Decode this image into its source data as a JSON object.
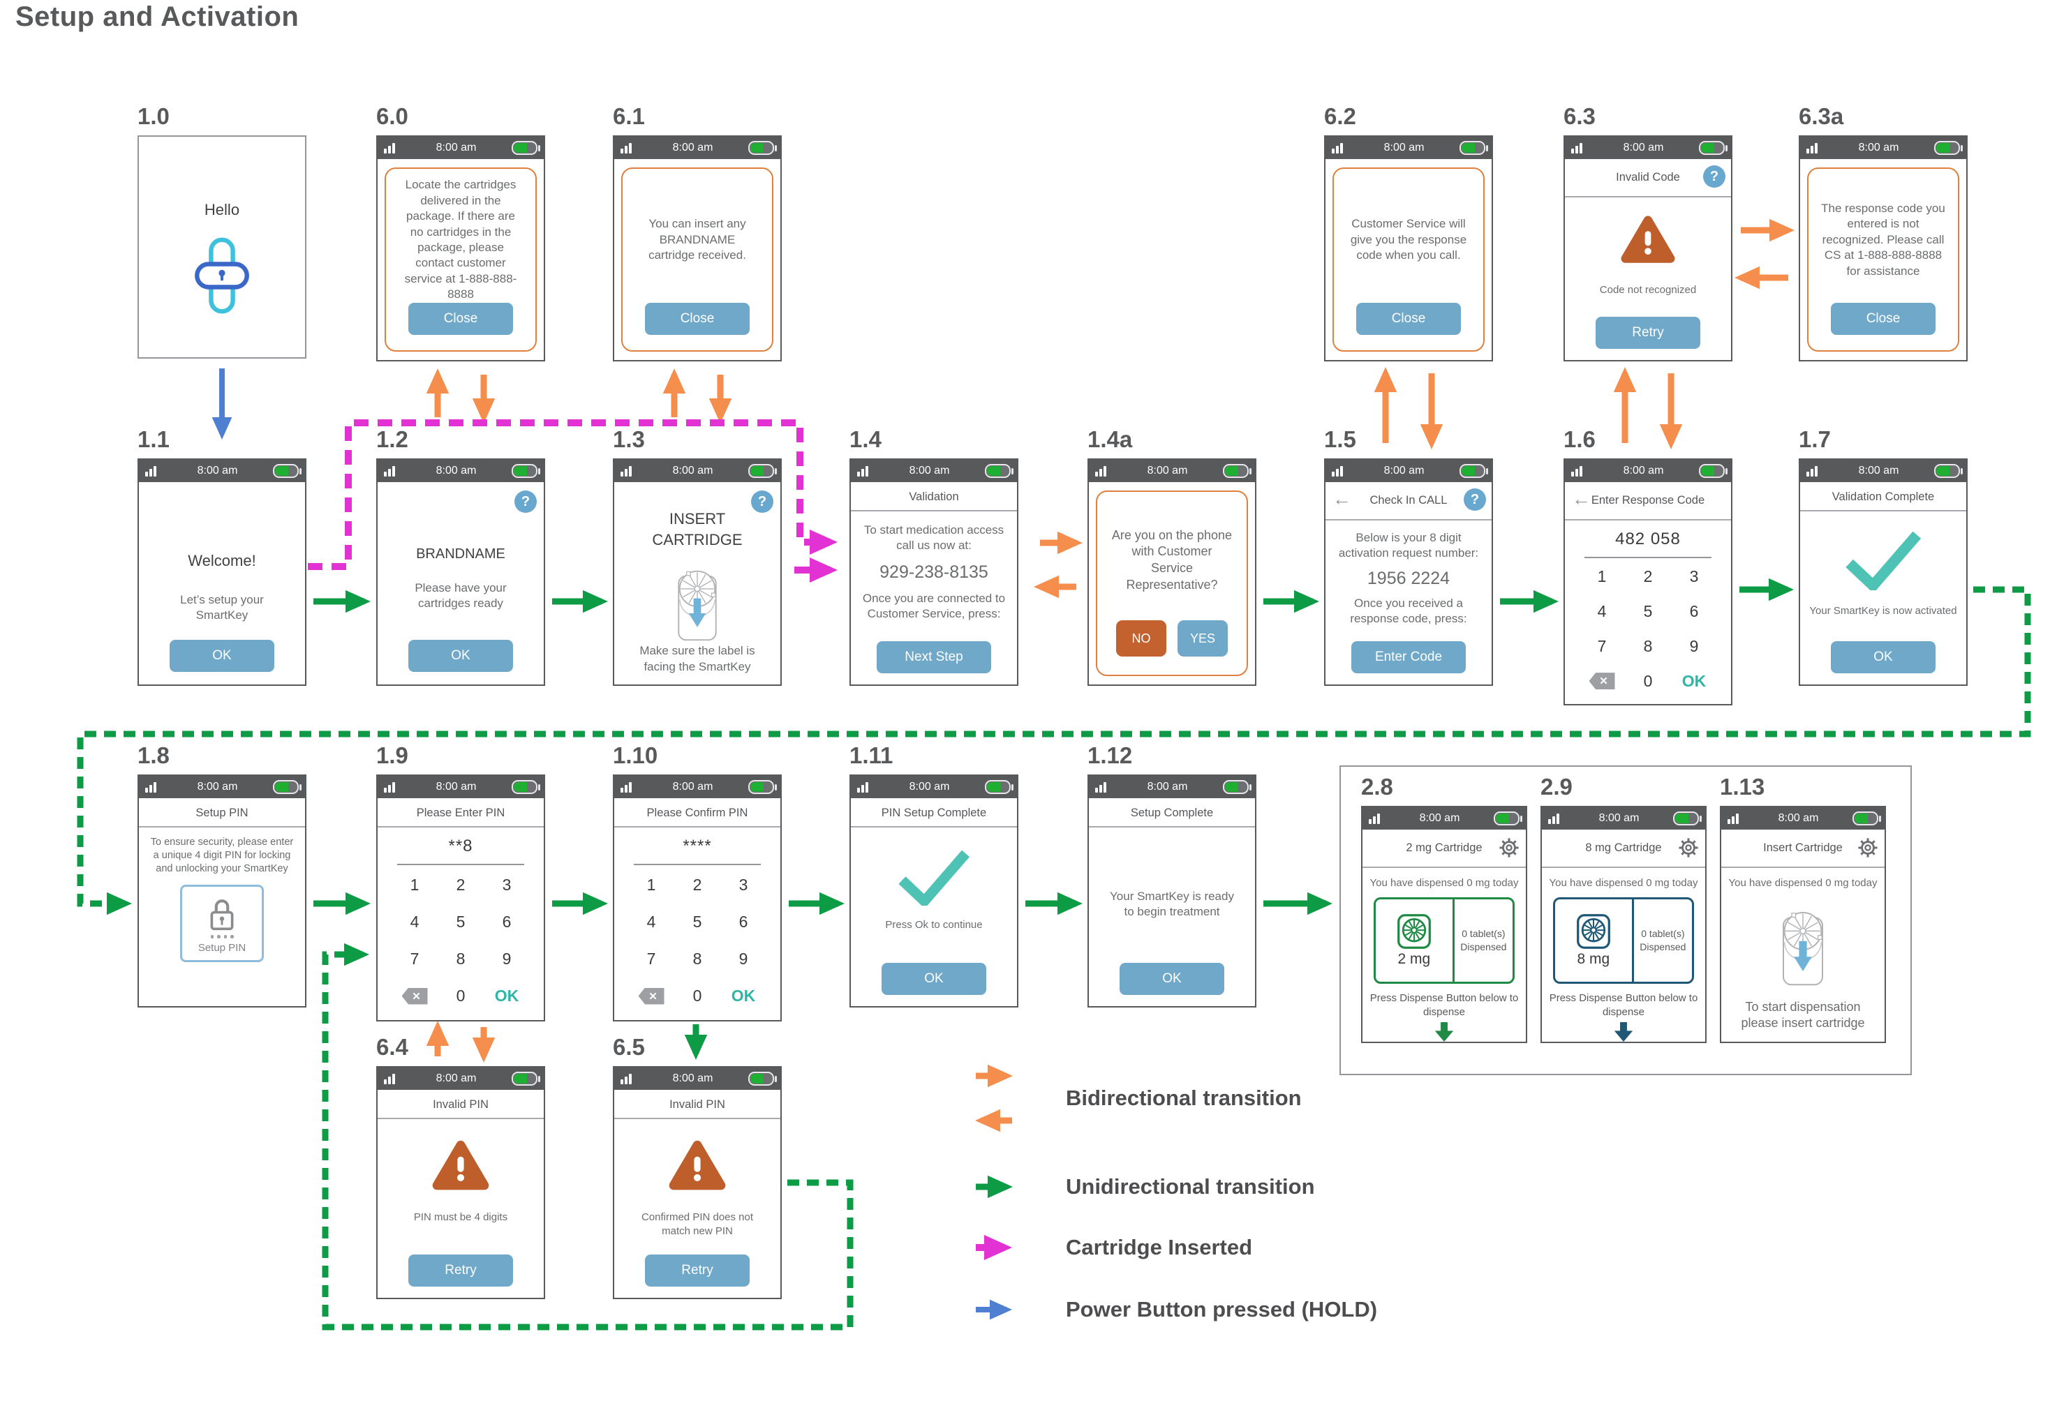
{
  "title": "Setup and Activation",
  "status": {
    "time": "8:00 am"
  },
  "keypad": {
    "digits": [
      "1",
      "2",
      "3",
      "4",
      "5",
      "6",
      "7",
      "8",
      "9"
    ],
    "zero": "0",
    "ok": "OK"
  },
  "legend": {
    "bidirectional": "Bidirectional transition",
    "unidirectional": "Unidirectional transition",
    "cartridge": "Cartridge Inserted",
    "power": "Power Button pressed (HOLD)"
  },
  "colors": {
    "c_status": "#58595B",
    "c_btn": "#6FA8C8",
    "c_orange": "#F58E4D",
    "c_green": "#0E9B46",
    "c_magenta": "#E232D3",
    "c_blue": "#4F7FD0",
    "c_teal": "#4EC3B5",
    "c_warn": "#BE5E2B",
    "c_outline": "#E0803C",
    "c_green_cart": "#1E8A44",
    "c_navy_cart": "#1F5876",
    "c_help": "#69A8CE",
    "c_no": "#C4622F"
  },
  "screens": {
    "s1_0": {
      "id": "1.0",
      "greeting": "Hello"
    },
    "s6_0": {
      "id": "6.0",
      "body": "Locate the cartridges delivered in the package. If there are no cartridges in the package, please contact customer service at 1-888-888-8888",
      "button": "Close"
    },
    "s6_1": {
      "id": "6.1",
      "body": "You can insert any BRANDNAME cartridge received.",
      "button": "Close"
    },
    "s6_2": {
      "id": "6.2",
      "body": "Customer Service will give you the response code when you call.",
      "button": "Close"
    },
    "s6_3": {
      "id": "6.3",
      "header": "Invalid Code",
      "message": "Code not recognized",
      "button": "Retry"
    },
    "s6_3a": {
      "id": "6.3a",
      "body": "The response code you entered is not recognized. Please call CS at 1-888-888-8888 for assistance",
      "button": "Close"
    },
    "s1_1": {
      "id": "1.1",
      "title": "Welcome!",
      "subtitle": "Let’s setup your SmartKey",
      "button": "OK"
    },
    "s1_2": {
      "id": "1.2",
      "title": "BRANDNAME",
      "subtitle": "Please have your cartridges ready",
      "button": "OK"
    },
    "s1_3": {
      "id": "1.3",
      "title": "INSERT CARTRIDGE",
      "caption": "Make sure the label is facing the SmartKey"
    },
    "s1_4": {
      "id": "1.4",
      "header": "Validation",
      "line1": "To start medication access call us now at:",
      "phone": "929-238-8135",
      "line2": "Once you are connected to Customer Service, press:",
      "button": "Next Step"
    },
    "s1_4a": {
      "id": "1.4a",
      "body": "Are you on the phone with Customer Service Representative?",
      "no": "NO",
      "yes": "YES"
    },
    "s1_5": {
      "id": "1.5",
      "header": "Check In CALL",
      "line1": "Below is your 8 digit activation request number:",
      "number": "1956 2224",
      "line2": "Once you received a response code, press:",
      "button": "Enter Code"
    },
    "s1_6": {
      "id": "1.6",
      "header": "Enter Response Code",
      "entry": "482 058"
    },
    "s1_7": {
      "id": "1.7",
      "header": "Validation Complete",
      "message": "Your SmartKey is now activated",
      "button": "OK"
    },
    "s1_8": {
      "id": "1.8",
      "header": "Setup PIN",
      "body": "To ensure security, please enter a unique 4 digit PIN for locking and unlocking your SmartKey",
      "lock_label": "Setup PIN"
    },
    "s1_9": {
      "id": "1.9",
      "header": "Please Enter PIN",
      "entry": "**8"
    },
    "s1_10": {
      "id": "1.10",
      "header": "Please Confirm PIN",
      "entry": "****"
    },
    "s1_11": {
      "id": "1.11",
      "header": "PIN Setup Complete",
      "message": "Press Ok to continue",
      "button": "OK"
    },
    "s1_12": {
      "id": "1.12",
      "header": "Setup Complete",
      "message": "Your SmartKey is ready to begin treatment",
      "button": "OK"
    },
    "s2_8": {
      "id": "2.8",
      "header": "2 mg Cartridge",
      "status_line": "You have dispensed 0 mg today",
      "dose": "2 mg",
      "count1": "0 tablet(s)",
      "count2": "Dispensed",
      "caption": "Press Dispense Button below to dispense"
    },
    "s2_9": {
      "id": "2.9",
      "header": "8 mg Cartridge",
      "status_line": "You have dispensed 0 mg today",
      "dose": "8 mg",
      "count1": "0 tablet(s)",
      "count2": "Dispensed",
      "caption": "Press Dispense Button below to dispense"
    },
    "s1_13": {
      "id": "1.13",
      "header": "Insert Cartridge",
      "status_line": "You have dispensed 0 mg today",
      "caption": "To start dispensation please insert cartridge"
    },
    "s6_4": {
      "id": "6.4",
      "header": "Invalid PIN",
      "message": "PIN must be 4 digits",
      "button": "Retry"
    },
    "s6_5": {
      "id": "6.5",
      "header": "Invalid PIN",
      "message": "Confirmed PIN does not match new PIN",
      "button": "Retry"
    }
  }
}
